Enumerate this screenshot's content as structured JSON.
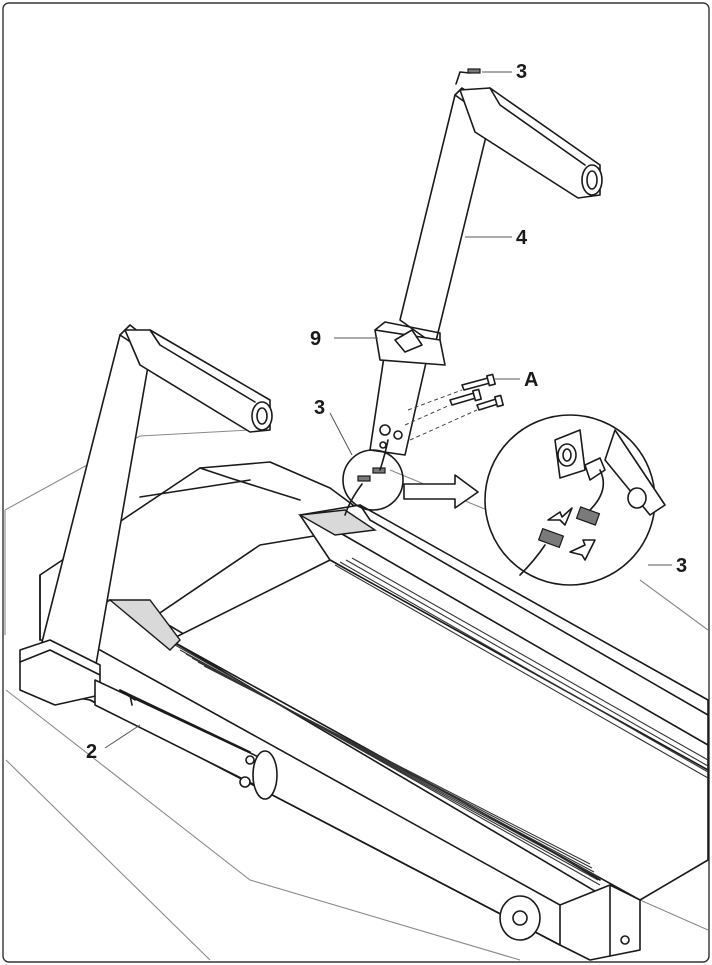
{
  "diagram": {
    "callouts": [
      {
        "id": "cable-top",
        "text": "3"
      },
      {
        "id": "upright-right",
        "text": "4"
      },
      {
        "id": "cover",
        "text": "9"
      },
      {
        "id": "bolts",
        "text": "A"
      },
      {
        "id": "cable-joint",
        "text": "3"
      },
      {
        "id": "detail-cable",
        "text": "3"
      },
      {
        "id": "upright-left",
        "text": "2"
      }
    ]
  },
  "colors": {
    "line": "#1a1a1a",
    "background": "#ffffff",
    "shade": "#d9d9d9",
    "floor": "#8a8a8a"
  }
}
